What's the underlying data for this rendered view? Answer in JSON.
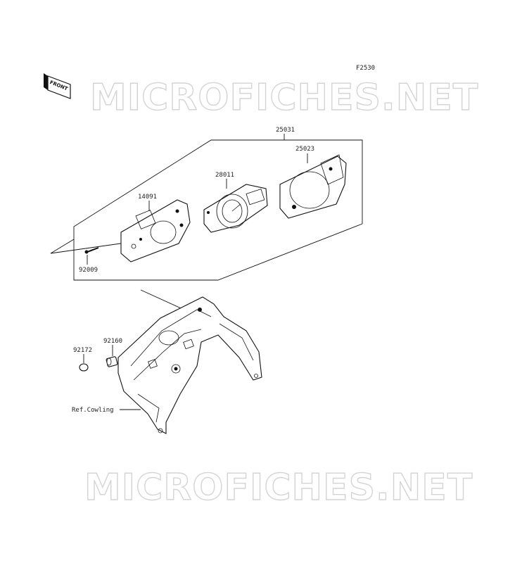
{
  "figure_code": "F2530",
  "watermark": "MICROFICHES.NET",
  "front_badge": "FRONT",
  "parts": {
    "p25031": "25031",
    "p25023": "25023",
    "p28011": "28011",
    "p14091": "14091",
    "p92009": "92009",
    "p92172": "92172",
    "p92160": "92160",
    "ref_cowling": "Ref.Cowling"
  }
}
